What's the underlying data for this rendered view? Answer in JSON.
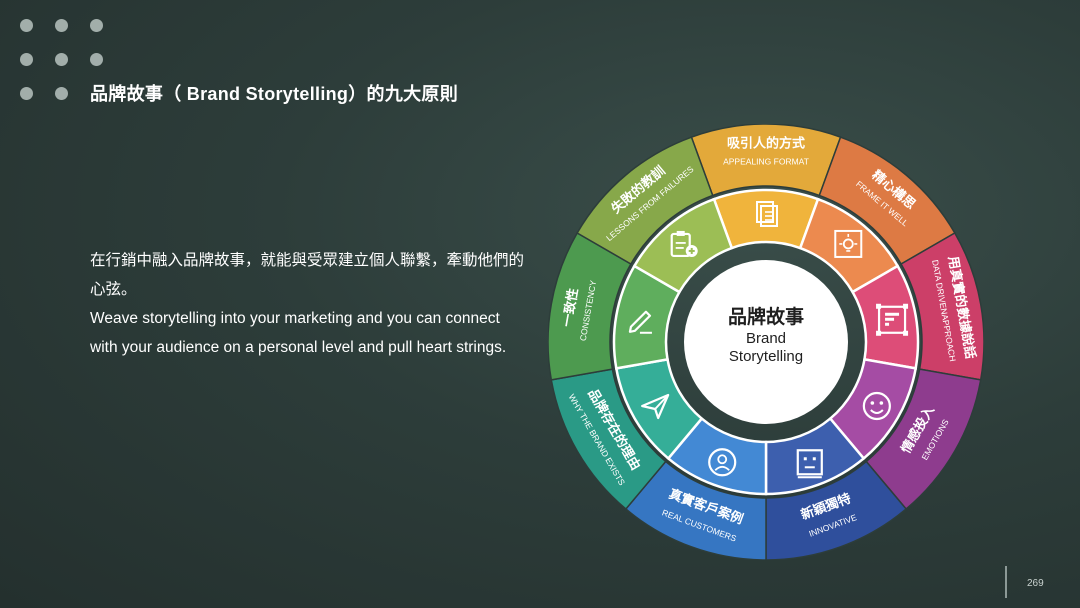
{
  "title": "品牌故事（ Brand Storytelling）的九大原則",
  "intro": {
    "zh": "在行銷中融入品牌故事，就能與受眾建立個人聯繫，牽動他們的心弦。",
    "en": "Weave storytelling into your marketing and you can connect with your audience on a personal level and pull heart strings."
  },
  "center": {
    "zh": "品牌故事",
    "en1": "Brand",
    "en2": "Storytelling"
  },
  "segments": [
    {
      "zh": "吸引人的方式",
      "en": "APPEALING FORMAT",
      "icon": "document-icon",
      "color": "#e3a93a",
      "inner": "#f0b43c"
    },
    {
      "zh": "精心構思",
      "en": "FRAME IT WELL",
      "icon": "idea-frame-icon",
      "color": "#dd7a44",
      "inner": "#ec8a4f"
    },
    {
      "zh": "用真實的數據說話",
      "en": "DATA DRIVENAPPROACH",
      "icon": "data-icon",
      "color": "#cc3f68",
      "inner": "#dd4d78"
    },
    {
      "zh": "情感投入",
      "en": "EMOTIONS",
      "icon": "smiley-icon",
      "color": "#8e3c8e",
      "inner": "#a54ca4"
    },
    {
      "zh": "新穎獨特",
      "en": "INNOVATIVE",
      "icon": "robot-face-icon",
      "color": "#2f4f9c",
      "inner": "#3d5fae"
    },
    {
      "zh": "真實客戶案例",
      "en": "REAL CUSTOMERS",
      "icon": "customer-icon",
      "color": "#3676c2",
      "inner": "#4389d4"
    },
    {
      "zh": "品牌存在的理由",
      "en": "WHY THE BRAND EXISTS",
      "icon": "send-icon",
      "color": "#2a9a86",
      "inner": "#35ae98"
    },
    {
      "zh": "一致性",
      "en": "CONSISTENCY",
      "icon": "pencil-icon",
      "color": "#4d9a4f",
      "inner": "#5fae5d"
    },
    {
      "zh": "失敗的教訓",
      "en": "LESSONS FROM FAILURES",
      "icon": "clipboard-add-icon",
      "color": "#87a84a",
      "inner": "#9cbe55"
    }
  ],
  "page_number": "269"
}
